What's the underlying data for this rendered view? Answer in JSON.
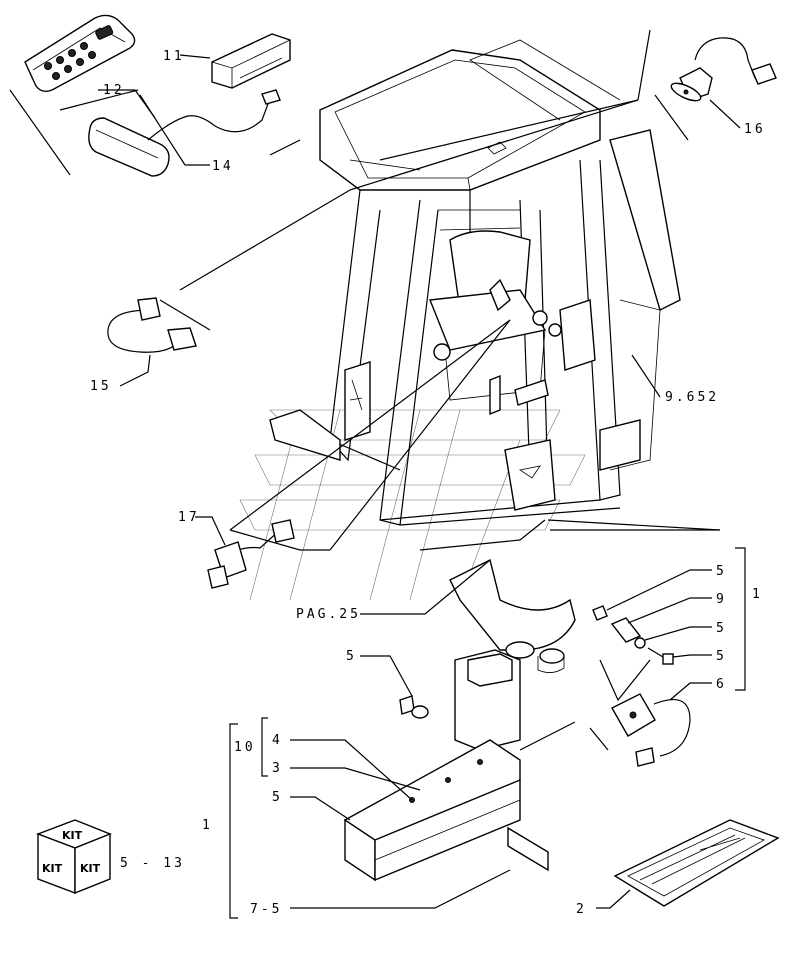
{
  "callouts": {
    "c11": "11",
    "c12": "12",
    "c14": "14",
    "c16": "16",
    "c15": "15",
    "c9652": "9.652",
    "c17": "17",
    "cpag": "PAG.25",
    "c5a": "5",
    "c9": "9",
    "c5b": "5",
    "c5c": "5",
    "c1a": "1",
    "c6": "6",
    "c5d": "5",
    "c10": "10",
    "c4": "4",
    "c3": "3",
    "c5e": "5",
    "c1b": "1",
    "c513": "5 - 13",
    "c75": "7-5",
    "c2": "2"
  },
  "kit": {
    "top": "KIT",
    "left": "KIT",
    "right": "KIT"
  }
}
